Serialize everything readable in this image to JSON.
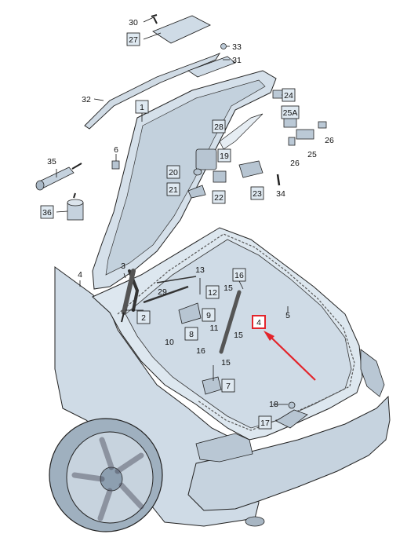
{
  "diagram": {
    "highlight_color": "#e3242b",
    "part_fill": "#dfe9f1",
    "car_fill": "#cfdbe6",
    "callouts": {
      "c30": "30",
      "c27": "27",
      "c33": "33",
      "c31": "31",
      "c32": "32",
      "c1": "1",
      "c24": "24",
      "c25a": "25A",
      "c26a": "26",
      "c26b": "26",
      "c25": "25",
      "c6": "6",
      "c28": "28",
      "c19": "19",
      "c20": "20",
      "c21": "21",
      "c22": "22",
      "c23": "23",
      "c34": "34",
      "c35": "35",
      "c36": "36",
      "c3": "3",
      "c4": "4",
      "c13": "13",
      "c29": "29",
      "c2": "2",
      "c12": "12",
      "c16a": "16",
      "c15a": "15",
      "c9": "9",
      "c8": "8",
      "c11": "11",
      "c10": "10",
      "c16b": "16",
      "c15b": "15",
      "c15c": "15",
      "c4h": "4",
      "c5": "5",
      "c7": "7",
      "c18": "18",
      "c17": "17"
    }
  }
}
